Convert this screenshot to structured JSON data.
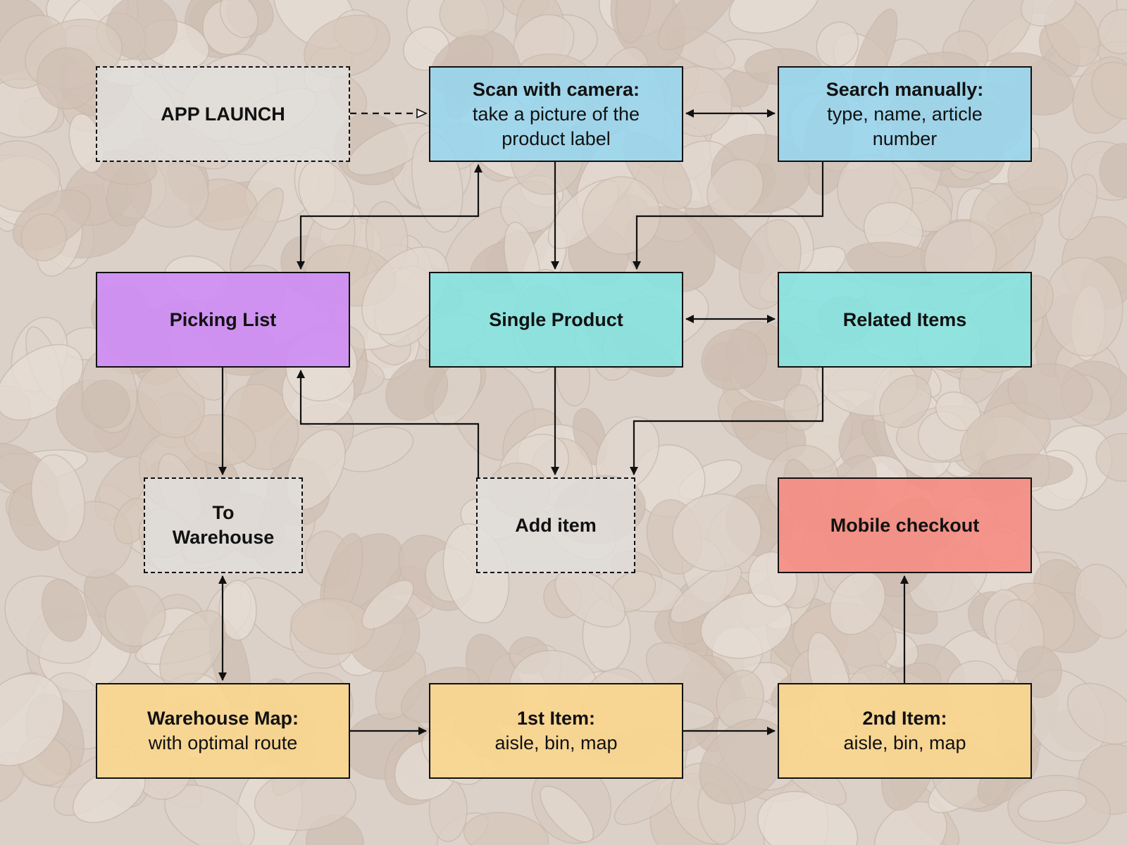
{
  "nodes": {
    "app_launch": {
      "title": "APP LAUNCH"
    },
    "scan": {
      "title": "Scan with camera:",
      "lines": [
        "take a picture of the",
        "product label"
      ]
    },
    "search": {
      "title": "Search manually:",
      "lines": [
        "type, name, article",
        "number"
      ]
    },
    "picking_list": {
      "title": "Picking List"
    },
    "single_product": {
      "title": "Single Product"
    },
    "related_items": {
      "title": "Related Items"
    },
    "to_warehouse": {
      "title": "To",
      "title2": "Warehouse"
    },
    "add_item": {
      "title": "Add item"
    },
    "mobile_checkout": {
      "title": "Mobile checkout"
    },
    "warehouse_map": {
      "title": "Warehouse Map:",
      "lines": [
        "with optimal route"
      ]
    },
    "item1": {
      "title": "1st Item:",
      "lines": [
        "aisle, bin, map"
      ]
    },
    "item2": {
      "title": "2nd Item:",
      "lines": [
        "aisle, bin, map"
      ]
    }
  },
  "edges": [
    {
      "from": "app_launch",
      "to": "scan",
      "style": "dashed",
      "head": "open-triangle"
    },
    {
      "from": "scan",
      "to": "search",
      "style": "solid",
      "head": "both"
    },
    {
      "from": "scan",
      "to": "picking_list",
      "style": "solid",
      "head": "both"
    },
    {
      "from": "scan",
      "to": "single_product",
      "style": "solid",
      "head": "end"
    },
    {
      "from": "search",
      "to": "single_product",
      "style": "solid",
      "head": "end"
    },
    {
      "from": "single_product",
      "to": "related_items",
      "style": "solid",
      "head": "both"
    },
    {
      "from": "picking_list",
      "to": "to_warehouse",
      "style": "solid",
      "head": "end"
    },
    {
      "from": "single_product",
      "to": "add_item",
      "style": "solid",
      "head": "end"
    },
    {
      "from": "related_items",
      "to": "add_item",
      "style": "solid",
      "head": "end"
    },
    {
      "from": "add_item",
      "to": "picking_list",
      "style": "solid",
      "head": "end"
    },
    {
      "from": "to_warehouse",
      "to": "warehouse_map",
      "style": "solid",
      "head": "both"
    },
    {
      "from": "warehouse_map",
      "to": "item1",
      "style": "solid",
      "head": "end"
    },
    {
      "from": "item1",
      "to": "item2",
      "style": "solid",
      "head": "end"
    },
    {
      "from": "item2",
      "to": "mobile_checkout",
      "style": "solid",
      "head": "end"
    }
  ],
  "colors": {
    "gray": "#e1dedc",
    "blue": "#96d6f0",
    "purple": "#ce8cf5",
    "cyan": "#82e4e2",
    "red": "#f58c82",
    "yellow": "#fad68c"
  }
}
